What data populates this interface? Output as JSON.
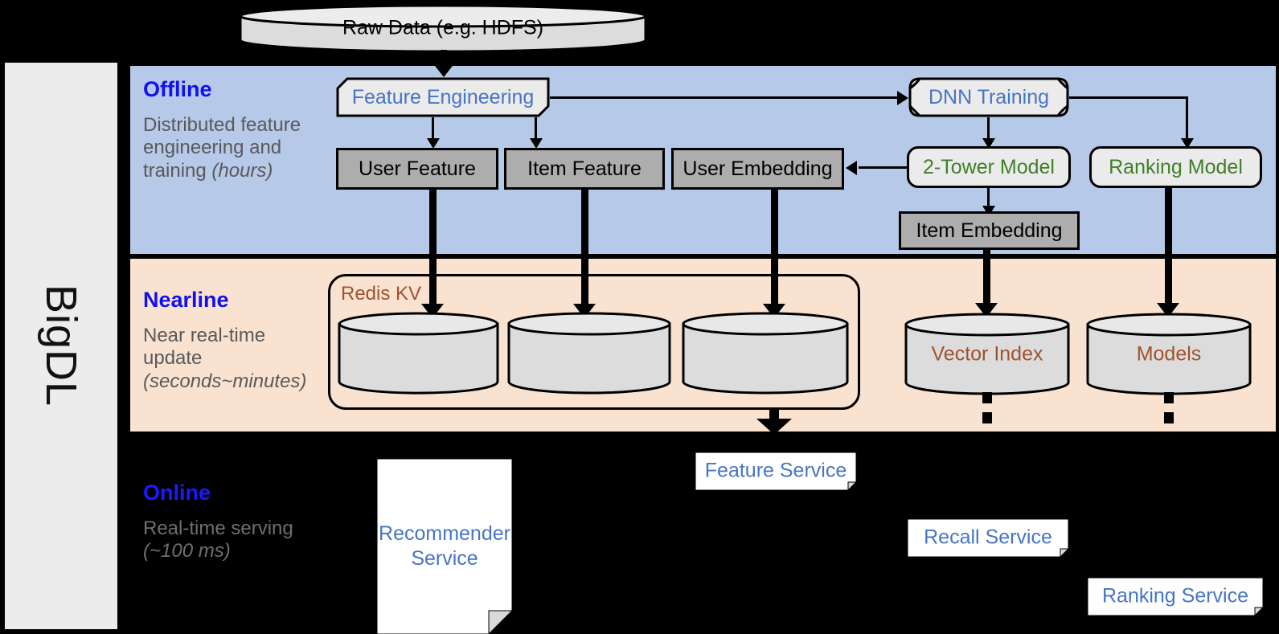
{
  "sidebar": {
    "label": "BigDL"
  },
  "source": {
    "label": "Raw Data (e.g. HDFS)"
  },
  "bands": {
    "offline": {
      "title": "Offline",
      "sub_line1": "Distributed feature engineering and training ",
      "sub_italic": "(hours)"
    },
    "nearline": {
      "title": "Nearline",
      "sub_line1": "Near real-time update ",
      "sub_italic": "(seconds~minutes)"
    },
    "online": {
      "title": "Online",
      "sub_line1": "Real-time serving ",
      "sub_italic": "(~100 ms)"
    }
  },
  "offline": {
    "feature_engineering": "Feature Engineering",
    "dnn_training": "DNN Training",
    "user_feature": "User Feature",
    "item_feature": "Item Feature",
    "user_embedding": "User Embedding",
    "two_tower_model": "2-Tower Model",
    "ranking_model": "Ranking Model",
    "item_embedding": "Item Embedding"
  },
  "nearline": {
    "redis_kv": "Redis KV",
    "vector_index": "Vector Index",
    "models": "Models"
  },
  "online": {
    "recommender_service": "Recommender Service",
    "feature_service": "Feature Service",
    "recall_service": "Recall Service",
    "ranking_service": "Ranking Service"
  },
  "colors": {
    "offline_band": "#b6c9e8",
    "nearline_band": "#fae2d1",
    "online_band": "#000000",
    "band_title": "#1111ee",
    "blue_text": "#4775c4",
    "green_text": "#3f8028",
    "brown_text": "#a0522d",
    "gray_box": "#adadad",
    "light_box": "#ebebeb"
  }
}
